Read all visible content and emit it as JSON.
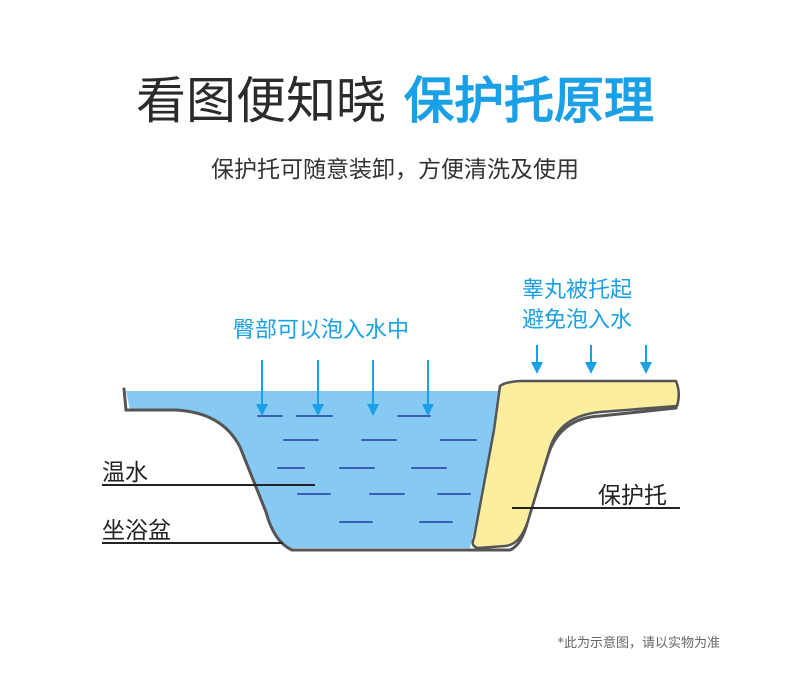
{
  "header": {
    "title_plain": "看图便知晓",
    "title_accent": "保护托原理",
    "subtitle": "保护托可随意装卸，方便清洗及使用"
  },
  "labels": {
    "water_soak": "臀部可以泡入水中",
    "lift_line1": "睾丸被托起",
    "lift_line2": "避免泡入水",
    "warm_water": "温水",
    "basin": "坐浴盆",
    "protector": "保护托"
  },
  "footnote": "*此为示意图，请以实物为准",
  "colors": {
    "accent": "#1aa0e6",
    "water": "#86c9f2",
    "protector": "#fbee9f",
    "outline": "#555555"
  }
}
